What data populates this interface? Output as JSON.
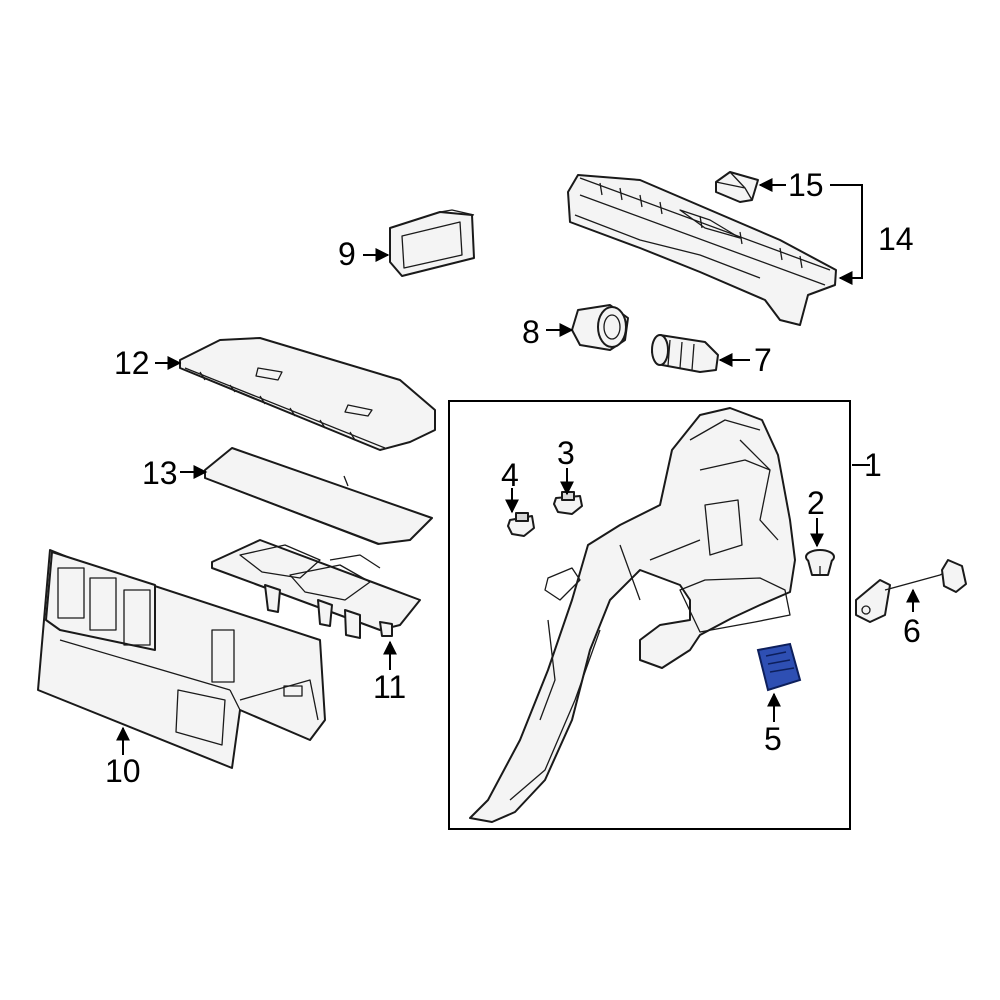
{
  "callouts": {
    "c1": "1",
    "c2": "2",
    "c3": "3",
    "c4": "4",
    "c5": "5",
    "c6": "6",
    "c7": "7",
    "c8": "8",
    "c9": "9",
    "c10": "10",
    "c11": "11",
    "c12": "12",
    "c13": "13",
    "c14": "14",
    "c15": "15"
  },
  "colors": {
    "highlight_part": "#2e4fb3",
    "line": "#1a1a1a"
  }
}
